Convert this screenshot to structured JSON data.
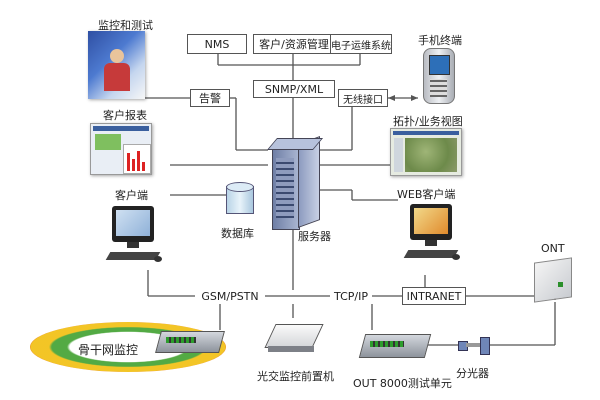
{
  "labels": {
    "monitor_test": "监控和测试",
    "nms": "NMS",
    "customer_resource": "客户/资源管理",
    "telecom_ops": "电子运维系统",
    "mobile_terminal": "手机终端",
    "alarm": "告警",
    "snmp_xml": "SNMP/XML",
    "wireless_interface": "无线接口",
    "customer_report": "客户报表",
    "topology_view": "拓扑/业务视图",
    "client": "客户端",
    "web_client": "WEB客户端",
    "database": "数据库",
    "server": "服务器",
    "ont": "ONT",
    "gsm_pstn": "GSM/PSTN",
    "tcp_ip": "TCP/IP",
    "intranet": "INTRANET",
    "backbone_monitor": "骨干网监控",
    "optical_frontend": "光交监控前置机",
    "otu_unit": "OUT 8000测试单元",
    "splitter": "分光器"
  },
  "colors": {
    "line": "#555555",
    "server_blue": "#7f8fb5",
    "arc_red": "#d81e1e",
    "arc_yellow": "#f2c21b",
    "arc_green": "#4aa63a"
  }
}
